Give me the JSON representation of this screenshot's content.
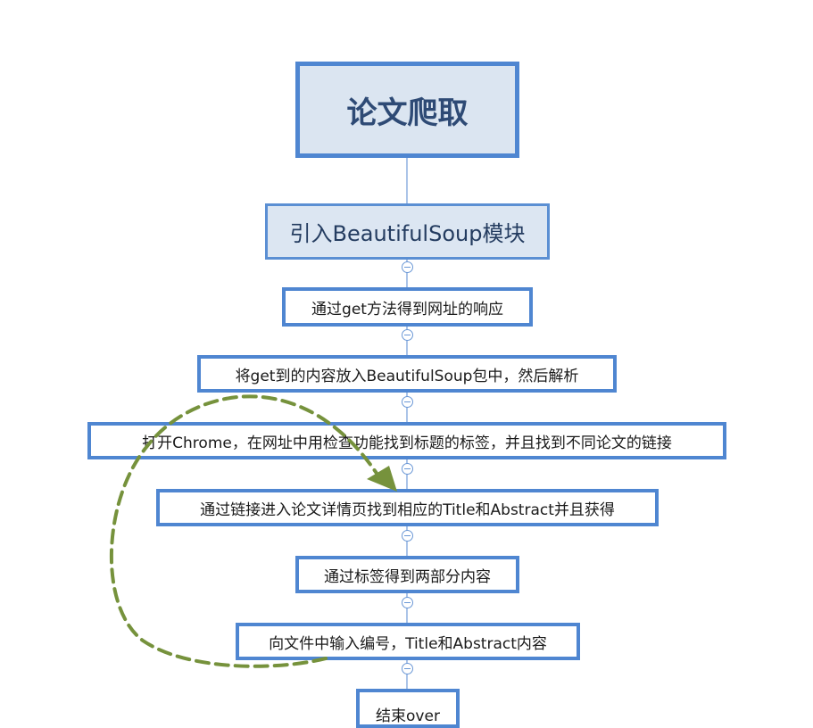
{
  "diagram": {
    "root": "论文爬取",
    "subtitle": "引入BeautifulSoup模块",
    "steps": [
      "通过get方法得到网址的响应",
      "将get到的内容放入BeautifulSoup包中，然后解析",
      "打开Chrome，在网址中用检查功能找到标题的标签，并且找到不同论文的链接",
      "通过链接进入论文详情页找到相应的Title和Abstract并且获得",
      "通过标签得到两部分内容",
      "向文件中输入编号，Title和Abstract内容",
      "结束over"
    ]
  },
  "colors": {
    "box_border": "#4f86d1",
    "root_fill": "#dbe5f1",
    "connector": "#8fb1e0",
    "loop_arrow": "#76923c"
  },
  "icons": {
    "collapse_toggle": "minus-circle-icon",
    "loop": "dashed-loop-arrow-icon"
  }
}
